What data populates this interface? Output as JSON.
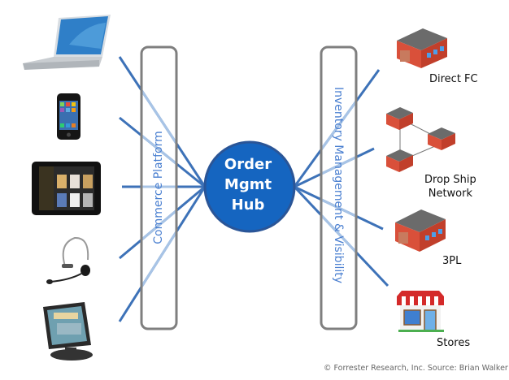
{
  "hub": {
    "line1": "Order",
    "line2": "Mgmt",
    "line3": "Hub"
  },
  "left_platform": {
    "label": "Commerce Platform"
  },
  "right_platform": {
    "label": "Inventory Management & Visibility"
  },
  "channels": [
    {
      "name": "laptop",
      "icon": "laptop-icon"
    },
    {
      "name": "smartphone",
      "icon": "smartphone-icon"
    },
    {
      "name": "tablet",
      "icon": "tablet-icon"
    },
    {
      "name": "headset",
      "icon": "headset-icon"
    },
    {
      "name": "pos-terminal",
      "icon": "pos-terminal-icon"
    }
  ],
  "fulfillment": [
    {
      "label": "Direct FC",
      "icon": "warehouse-icon"
    },
    {
      "label_line1": "Drop Ship",
      "label_line2": "Network",
      "icon": "warehouse-network-icon"
    },
    {
      "label": "3PL",
      "icon": "warehouse-icon"
    },
    {
      "label": "Stores",
      "icon": "shop-icon"
    }
  ],
  "credit": "© Forrester Research, Inc. Source: Brian Walker",
  "colors": {
    "hub": "#1565c0",
    "hub_border": "#2a5597",
    "line_dark": "#3d72b8",
    "line_light": "#a8c4e6",
    "box_border": "#7f7f7f",
    "platform_text": "#4a7fd0"
  }
}
